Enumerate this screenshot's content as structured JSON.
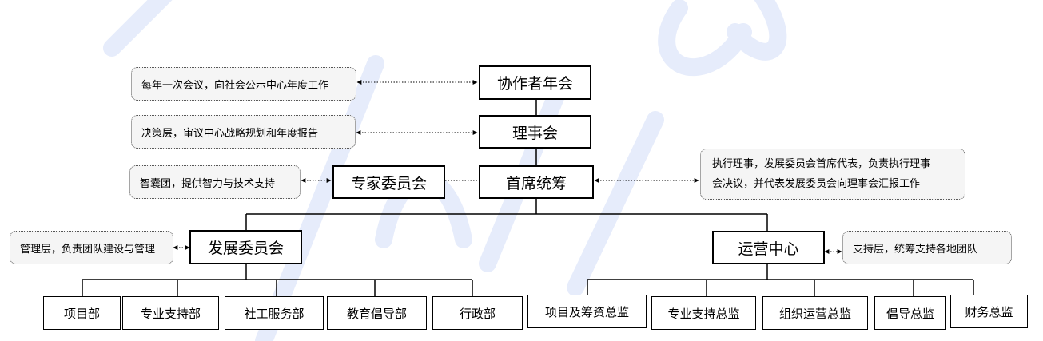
{
  "colors": {
    "line": "#000000",
    "note_bg": "#f5f5f5",
    "note_border": "#555555",
    "watermark": "#e6ecfb"
  },
  "boxes": {
    "annual_meeting": "协作者年会",
    "board": "理事会",
    "chief": "首席统筹",
    "experts": "专家委员会",
    "dev_committee": "发展委员会",
    "ops_center": "运营中心",
    "project_dept": "项目部",
    "pro_support_dept": "专业支持部",
    "social_work_dept": "社工服务部",
    "education_dept": "教育倡导部",
    "admin_dept": "行政部",
    "project_fund_director": "项目及筹资总监",
    "pro_support_director": "专业支持总监",
    "org_ops_director": "组织运营总监",
    "advocacy_director": "倡导总监",
    "finance_director": "财务总监"
  },
  "notes": {
    "annual_meeting": "每年一次会议，向社会公示中心年度工作",
    "board": "决策层，审议中心战略规划和年度报告",
    "experts": "智囊团，提供智力与技术支持",
    "chief_line1": "执行理事，发展委员会首席代表，负责执行理事",
    "chief_line2": "会决议，并代表发展委员会向理事会汇报工作",
    "dev_committee": "管理层，负责团队建设与管理",
    "ops_center": "支持层，统筹支持各地团队"
  }
}
